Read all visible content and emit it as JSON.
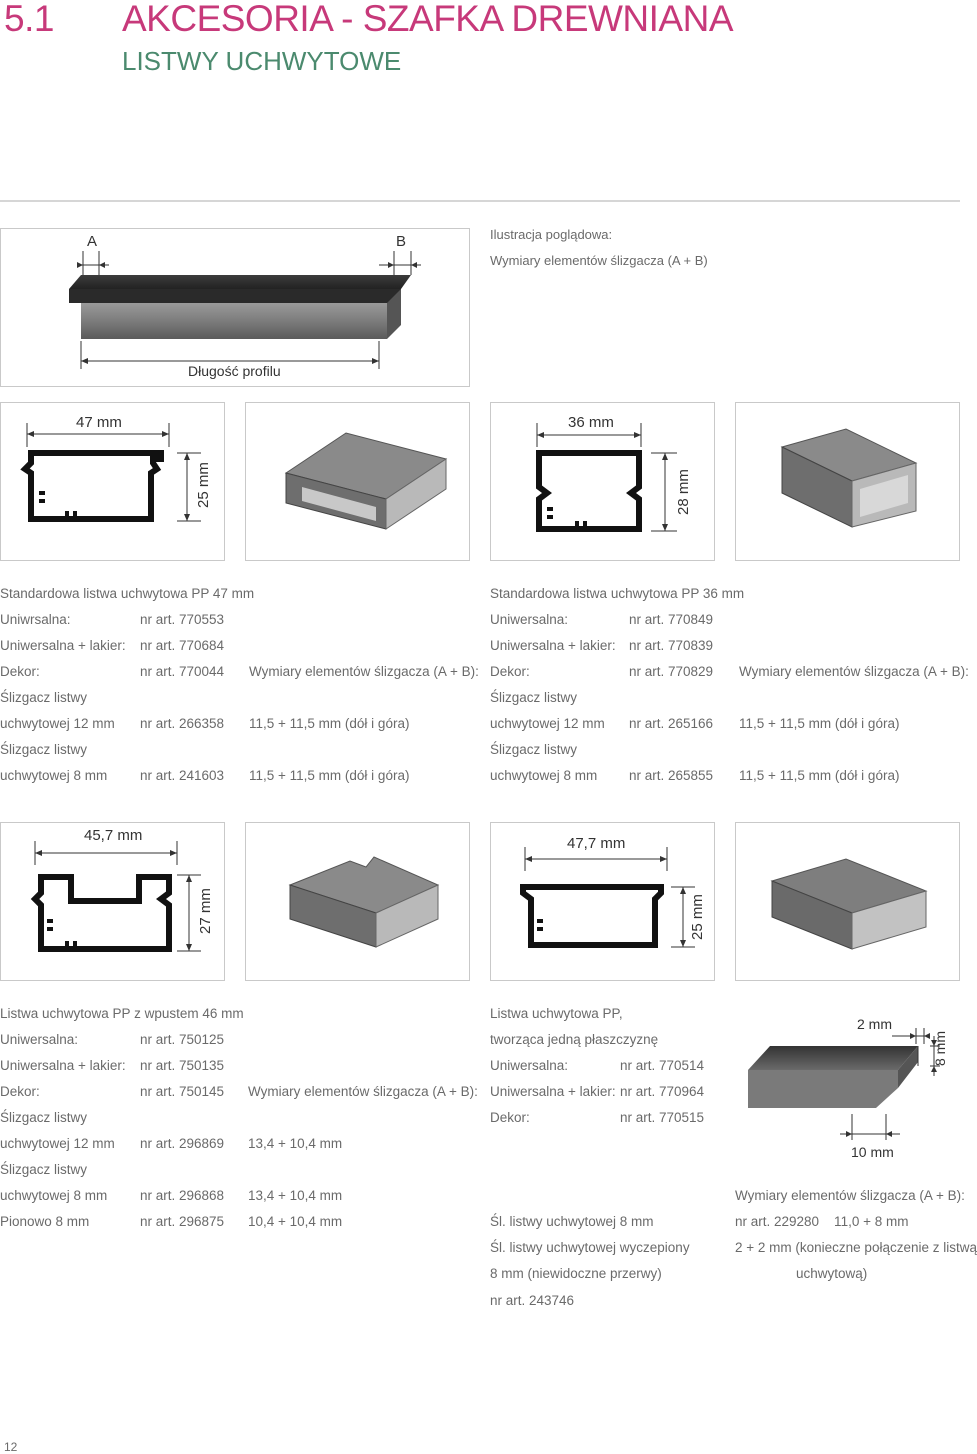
{
  "header": {
    "chapter_number": "5.1",
    "title": "AKCESORIA - SZAFKA DREWNIANA",
    "subtitle": "LISTWY UCHWYTOWE"
  },
  "illustration": {
    "label_a": "A",
    "label_b": "B",
    "length_label": "Długość profilu",
    "caption_1": "Ilustracja poglądowa:",
    "caption_2": "Wymiary elementów ślizgacza (A + B)"
  },
  "profile_1": {
    "width": "47 mm",
    "height": "25 mm",
    "name": "Standardowa listwa uchwytowa PP 47 mm",
    "rows": [
      {
        "label": "Uniwrsalna:",
        "art": "nr art. 770553",
        "dim": ""
      },
      {
        "label": "Uniwersalna + lakier:",
        "art": "nr art. 770684",
        "dim": ""
      },
      {
        "label": "Dekor:",
        "art": "nr art. 770044",
        "dim": "Wymiary elementów ślizgacza (A + B):"
      },
      {
        "label": "Ślizgacz listwy",
        "art": "",
        "dim": ""
      },
      {
        "label": "uchwytowej 12 mm",
        "art": "nr art. 266358",
        "dim": "11,5 + 11,5 mm (dół i góra)"
      },
      {
        "label": "Ślizgacz listwy",
        "art": "",
        "dim": ""
      },
      {
        "label": "uchwytowej 8 mm",
        "art": "nr art. 241603",
        "dim": "11,5 + 11,5 mm (dół i góra)"
      }
    ]
  },
  "profile_2": {
    "width": "36 mm",
    "height": "28 mm",
    "name": "Standardowa listwa uchwytowa PP 36 mm",
    "rows": [
      {
        "label": "Uniwersalna:",
        "art": "nr art. 770849",
        "dim": ""
      },
      {
        "label": "Uniwersalna + lakier:",
        "art": "nr art. 770839",
        "dim": ""
      },
      {
        "label": "Dekor:",
        "art": "nr art. 770829",
        "dim": "Wymiary elementów ślizgacza (A + B):"
      },
      {
        "label": "Ślizgacz listwy",
        "art": "",
        "dim": ""
      },
      {
        "label": "uchwytowej 12 mm",
        "art": "nr art. 265166",
        "dim": "11,5 + 11,5 mm (dół i góra)"
      },
      {
        "label": "Ślizgacz listwy",
        "art": "",
        "dim": ""
      },
      {
        "label": "uchwytowej 8 mm",
        "art": "nr art. 265855",
        "dim": "11,5 + 11,5 mm (dół i góra)"
      }
    ]
  },
  "profile_3": {
    "width": "45,7 mm",
    "height": "27 mm",
    "name": "Listwa uchwytowa PP z wpustem 46 mm",
    "rows": [
      {
        "label": "Uniwersalna:",
        "art": "nr art. 750125",
        "dim": ""
      },
      {
        "label": "Uniwersalna + lakier:",
        "art": "nr art. 750135",
        "dim": ""
      },
      {
        "label": "Dekor:",
        "art": "nr art. 750145",
        "dim": "Wymiary elementów ślizgacza (A + B):"
      },
      {
        "label": "Ślizgacz listwy",
        "art": "",
        "dim": ""
      },
      {
        "label": "uchwytowej 12 mm",
        "art": "nr art. 296869",
        "dim": "13,4 + 10,4 mm"
      },
      {
        "label": "Ślizgacz listwy",
        "art": "",
        "dim": ""
      },
      {
        "label": "uchwytowej 8 mm",
        "art": "nr art. 296868",
        "dim": "13,4 + 10,4 mm"
      },
      {
        "label": "Pionowo 8 mm",
        "art": "nr art. 296875",
        "dim": "10,4 + 10,4 mm"
      }
    ]
  },
  "profile_4": {
    "width": "47,7 mm",
    "height": "25 mm",
    "name_1": "Listwa uchwytowa PP,",
    "name_2": "tworząca jedną płaszczyznę",
    "rows": [
      {
        "label": "Uniwersalna:",
        "art": "nr art. 770514"
      },
      {
        "label": "Uniwersalna + lakier:",
        "art": "nr art. 770964"
      },
      {
        "label": "Dekor:",
        "art": "nr art. 770515"
      }
    ],
    "slider_1": "Śl. listwy uchwytowej  8 mm",
    "slider_2": "Śl. listwy uchwytowej wyczepiony",
    "slider_3": "8 mm (niewidoczne przerwy)",
    "slider_4": "nr art. 243746",
    "detail_2mm": "2 mm",
    "detail_8mm": "8 mm",
    "detail_10mm": "10 mm",
    "dims_heading": "Wymiary elementów ślizgacza (A + B):",
    "dims_line_1": "nr art. 229280    11,0 + 8 mm",
    "dims_line_2": "2 + 2 mm (konieczne połączenie z listwą",
    "dims_line_3": "uchwytową)"
  },
  "footer": {
    "page_number": "12"
  },
  "colors": {
    "accent": "#c7397a",
    "subtitle": "#4b8a6e",
    "text": "#6a6a6a"
  }
}
